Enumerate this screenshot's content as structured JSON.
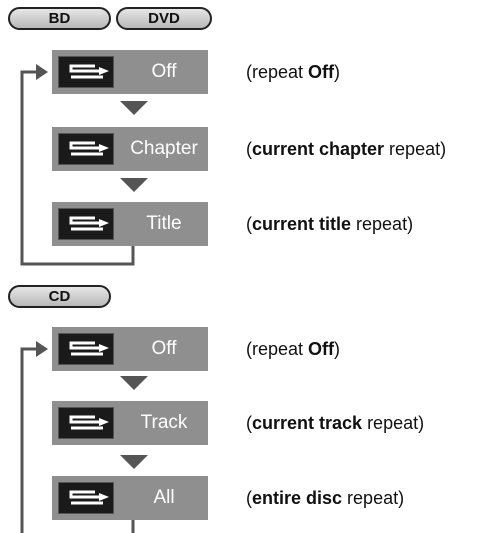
{
  "groups": [
    {
      "badges": [
        "BD",
        "DVD"
      ],
      "modes": [
        {
          "label": "Off",
          "desc": [
            {
              "t": "(repeat ",
              "b": false
            },
            {
              "t": "Off",
              "b": true
            },
            {
              "t": ")",
              "b": false
            }
          ]
        },
        {
          "label": "Chapter",
          "desc": [
            {
              "t": "(",
              "b": false
            },
            {
              "t": "current chapter",
              "b": true
            },
            {
              "t": " repeat)",
              "b": false
            }
          ]
        },
        {
          "label": "Title",
          "desc": [
            {
              "t": "(",
              "b": false
            },
            {
              "t": "current title",
              "b": true
            },
            {
              "t": " repeat)",
              "b": false
            }
          ]
        }
      ]
    },
    {
      "badges": [
        "CD"
      ],
      "modes": [
        {
          "label": "Off",
          "desc": [
            {
              "t": "(repeat ",
              "b": false
            },
            {
              "t": "Off",
              "b": true
            },
            {
              "t": ")",
              "b": false
            }
          ]
        },
        {
          "label": "Track",
          "desc": [
            {
              "t": "(",
              "b": false
            },
            {
              "t": "current track",
              "b": true
            },
            {
              "t": " repeat)",
              "b": false
            }
          ]
        },
        {
          "label": "All",
          "desc": [
            {
              "t": "(",
              "b": false
            },
            {
              "t": "entire disc",
              "b": true
            },
            {
              "t": " repeat)",
              "b": false
            }
          ]
        }
      ]
    }
  ],
  "icon": "repeat-icon"
}
